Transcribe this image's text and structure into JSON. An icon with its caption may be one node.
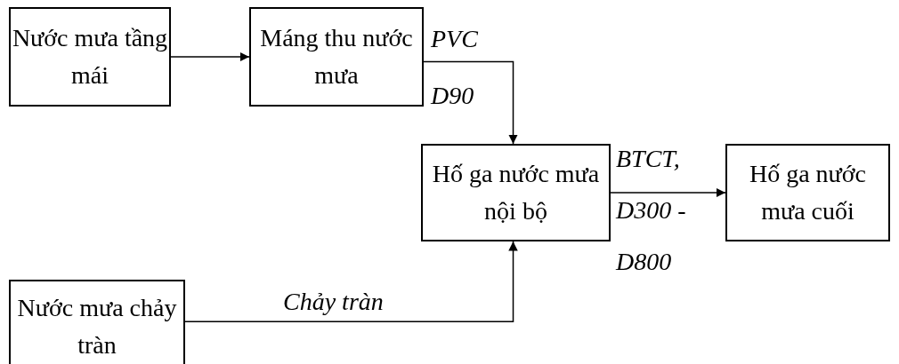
{
  "diagram": {
    "nodes": [
      {
        "text": [
          "Nước mưa tầng mái"
        ]
      },
      {
        "text": [
          "Máng thu nước mưa"
        ]
      },
      {
        "text": [
          "Hố ga nước mưa nội bộ"
        ]
      },
      {
        "text": [
          "Hố ga nước mưa cuối"
        ]
      },
      {
        "text": [
          "Nước mưa chảy tràn"
        ]
      }
    ],
    "edges": [
      {
        "from": 0,
        "to": 1,
        "arrow": "to"
      },
      {
        "from": 1,
        "to": 2,
        "arrow": "to",
        "label": "PVC D90"
      },
      {
        "from": 4,
        "to": 2,
        "arrow": "to",
        "label": "Chảy tràn"
      },
      {
        "from": 2,
        "to": 3,
        "arrow": "to",
        "label": "BTCT, D300 - D800"
      }
    ]
  }
}
